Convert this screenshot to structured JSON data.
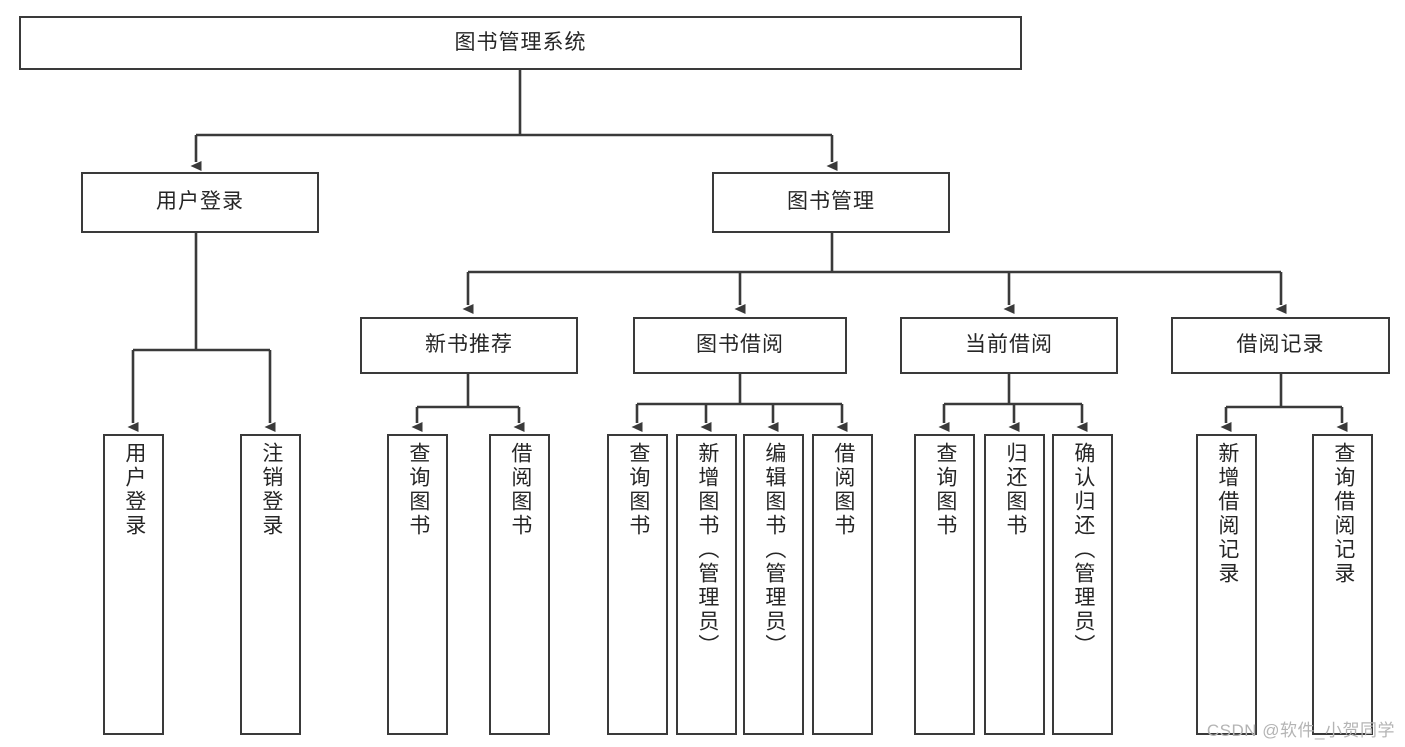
{
  "diagram": {
    "type": "tree-hierarchy-flowchart",
    "title": "图书管理系统",
    "watermark": "CSDN @软件_小贺同学",
    "colors": {
      "border": "#3a3a3a",
      "text": "#262626",
      "background": "#ffffff",
      "edge": "#3a3a3a",
      "watermark": "#b4b4b4"
    },
    "levels": [
      {
        "level": 0,
        "labels": [
          "图书管理系统"
        ]
      },
      {
        "level": 1,
        "labels": [
          "用户登录",
          "图书管理"
        ]
      },
      {
        "level": 2,
        "labels": [
          "新书推荐",
          "图书借阅",
          "当前借阅",
          "借阅记录"
        ]
      },
      {
        "level": 3,
        "labels": [
          "用户登录",
          "注销登录",
          "查询图书",
          "借阅图书",
          "查询图书",
          "新增图书（管理员）",
          "编辑图书（管理员）",
          "借阅图书",
          "查询图书",
          "归还图书",
          "确认归还（管理员）",
          "新增借阅记录",
          "查询借阅记录"
        ]
      }
    ],
    "nodes": {
      "root": {
        "label": "图书管理系统"
      },
      "user_login": {
        "label": "用户登录"
      },
      "book_manage": {
        "label": "图书管理"
      },
      "new_book_rec": {
        "label": "新书推荐"
      },
      "book_borrow": {
        "label": "图书借阅"
      },
      "current_borrow": {
        "label": "当前借阅"
      },
      "borrow_record": {
        "label": "借阅记录"
      },
      "leaf_user_login": {
        "label": "用户登录"
      },
      "leaf_logout": {
        "label": "注销登录"
      },
      "leaf_query_book_1": {
        "label": "查询图书"
      },
      "leaf_borrow_book_1": {
        "label": "借阅图书"
      },
      "leaf_query_book_2": {
        "label": "查询图书"
      },
      "leaf_add_book": {
        "label": "新增图书（管理员）"
      },
      "leaf_edit_book": {
        "label": "编辑图书（管理员）"
      },
      "leaf_borrow_book_2": {
        "label": "借阅图书"
      },
      "leaf_query_book_3": {
        "label": "查询图书"
      },
      "leaf_return_book": {
        "label": "归还图书"
      },
      "leaf_confirm_return": {
        "label": "确认归还（管理员）"
      },
      "leaf_add_record": {
        "label": "新增借阅记录"
      },
      "leaf_query_record": {
        "label": "查询借阅记录"
      }
    },
    "edges": [
      {
        "from": "root",
        "to": "user_login"
      },
      {
        "from": "root",
        "to": "book_manage"
      },
      {
        "from": "user_login",
        "to": "leaf_user_login"
      },
      {
        "from": "user_login",
        "to": "leaf_logout"
      },
      {
        "from": "book_manage",
        "to": "new_book_rec"
      },
      {
        "from": "book_manage",
        "to": "book_borrow"
      },
      {
        "from": "book_manage",
        "to": "current_borrow"
      },
      {
        "from": "book_manage",
        "to": "borrow_record"
      },
      {
        "from": "new_book_rec",
        "to": "leaf_query_book_1"
      },
      {
        "from": "new_book_rec",
        "to": "leaf_borrow_book_1"
      },
      {
        "from": "book_borrow",
        "to": "leaf_query_book_2"
      },
      {
        "from": "book_borrow",
        "to": "leaf_add_book"
      },
      {
        "from": "book_borrow",
        "to": "leaf_edit_book"
      },
      {
        "from": "book_borrow",
        "to": "leaf_borrow_book_2"
      },
      {
        "from": "current_borrow",
        "to": "leaf_query_book_3"
      },
      {
        "from": "current_borrow",
        "to": "leaf_return_book"
      },
      {
        "from": "current_borrow",
        "to": "leaf_confirm_return"
      },
      {
        "from": "borrow_record",
        "to": "leaf_add_record"
      },
      {
        "from": "borrow_record",
        "to": "leaf_query_record"
      }
    ]
  }
}
